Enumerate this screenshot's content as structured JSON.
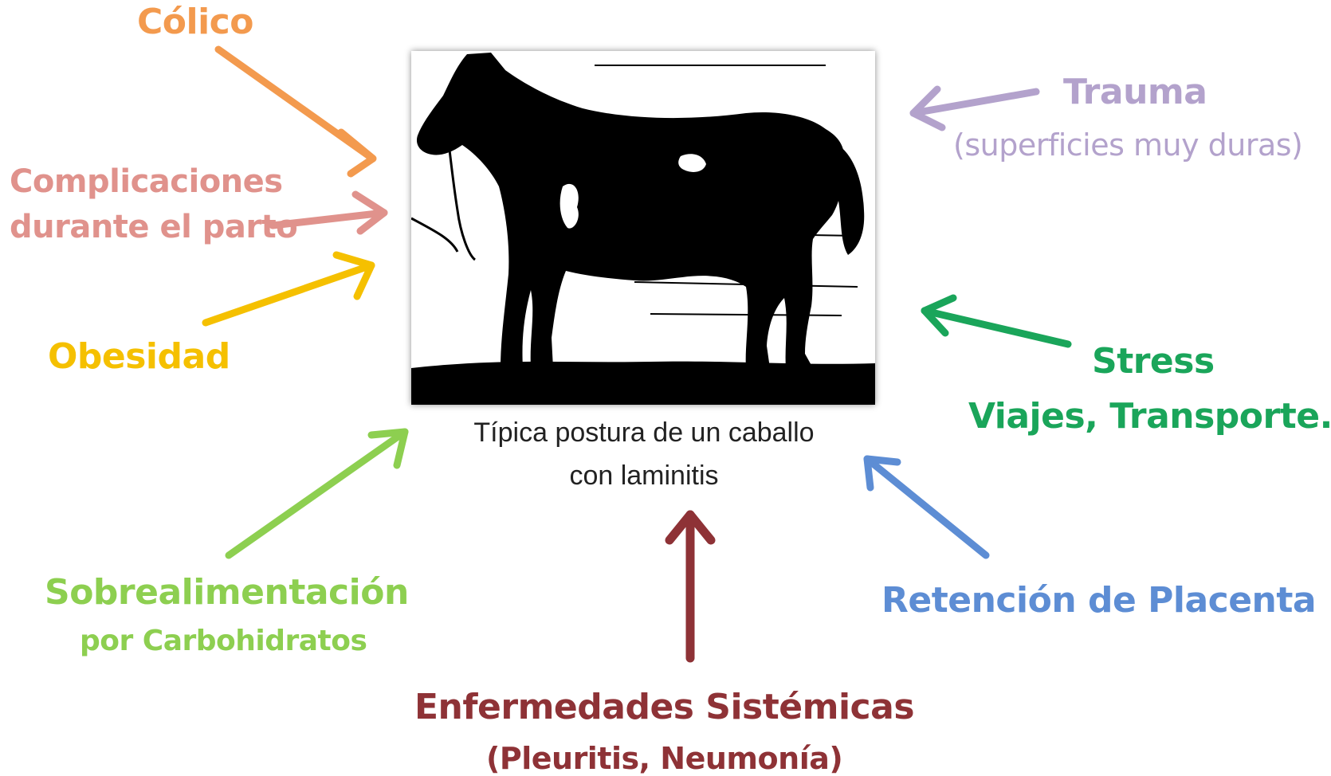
{
  "causes": {
    "colico": {
      "label": "Cólico",
      "color": "#f39a4e"
    },
    "complicaciones": {
      "line1": "Complicaciones",
      "line2": "durante el parto",
      "color": "#e0928c"
    },
    "obesidad": {
      "label": "Obesidad",
      "color": "#f5c000"
    },
    "sobrealimentacion": {
      "label": "Sobrealimentación",
      "sub": "por Carbohidratos",
      "color": "#8dcf50"
    },
    "trauma": {
      "label": "Trauma",
      "sub": "(superficies muy duras)",
      "color": "#b3a2cc"
    },
    "stress": {
      "label": "Stress",
      "sub": "Viajes, Transporte.",
      "color": "#1aa55a"
    },
    "retencion": {
      "label": "Retención de Placenta",
      "color": "#5d8dd4"
    },
    "sistemicas": {
      "label": "Enfermedades Sistémicas",
      "sub": "(Pleuritis, Neumonía)",
      "color": "#8e3236"
    }
  },
  "image": {
    "caption_line1": "Típica postura de un caballo",
    "caption_line2": "con laminitis"
  }
}
